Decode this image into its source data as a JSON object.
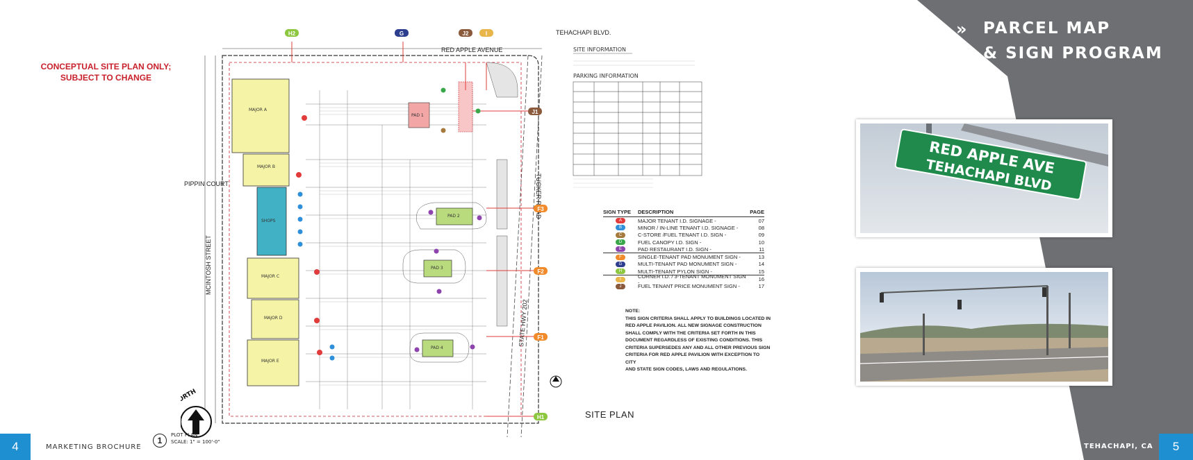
{
  "notice": {
    "line1": "CONCEPTUAL SITE PLAN ONLY;",
    "line2": "SUBJECT TO CHANGE"
  },
  "header": {
    "title_line1": "PARCEL MAP",
    "title_line2": "& SIGN PROGRAM",
    "chevron": "»"
  },
  "streets": {
    "top": "RED APPLE AVENUE",
    "top_right": "TEHACHAPI BLVD.",
    "left": "PIPPIN COURT",
    "left_vertical": "MCINTOSH STREET",
    "right": "TUCKER ROAD",
    "hwy": "STATE HWY 202"
  },
  "buildings": {
    "major_a": "MAJOR A",
    "major_b": "MAJOR B",
    "shops": "SHOPS",
    "major_c": "MAJOR C",
    "major_d": "MAJOR D",
    "major_e": "MAJOR E",
    "pad1": "PAD 1",
    "pad2": "PAD 2",
    "pad3": "PAD 3",
    "pad4": "PAD 4"
  },
  "markers": {
    "h2": "H2",
    "g": "G",
    "j2": "J2",
    "i": "I",
    "j1": "J1",
    "f3": "F3",
    "f2": "F2",
    "f1": "F1",
    "h1": "H1"
  },
  "site_info": {
    "heading": "SITE INFORMATION",
    "parking_heading": "PARKING INFORMATION"
  },
  "legend": {
    "col_sign_type": "SIGN TYPE",
    "col_description": "DESCRIPTION",
    "col_page": "PAGE",
    "rows": [
      {
        "code": "A",
        "desc": "MAJOR TENANT I.D. SIGNAGE -",
        "page": "07",
        "color": "#e23b3b"
      },
      {
        "code": "B",
        "desc": "MINOR / IN-LINE TENANT I.D. SIGNAGE -",
        "page": "08",
        "color": "#2f8fd8"
      },
      {
        "code": "C",
        "desc": "C-STORE /FUEL TENANT I.D. SIGN -",
        "page": "09",
        "color": "#a57a3c"
      },
      {
        "code": "D",
        "desc": "FUEL CANOPY I.D. SIGN -",
        "page": "10",
        "color": "#3aa84a"
      },
      {
        "code": "E",
        "desc": "PAD RESTAURANT I.D. SIGN -",
        "page": "11",
        "color": "#8e44ad"
      },
      {
        "code": "F",
        "desc": "SINGLE-TENANT PAD MONUMENT SIGN -",
        "page": "13",
        "color": "#f08a2a"
      },
      {
        "code": "G",
        "desc": "MULTI-TENANT PAD MONUMENT SIGN -",
        "page": "14",
        "color": "#2d3e8f"
      },
      {
        "code": "H",
        "desc": "MULTI-TENANT PYLON SIGN -",
        "page": "15",
        "color": "#8dc63f"
      },
      {
        "code": "I",
        "desc": "CORNER I.D. / 3-TENANT MONUMENT SIGN -",
        "page": "16",
        "color": "#e8b64a"
      },
      {
        "code": "J",
        "desc": "FUEL TENANT PRICE MONUMENT SIGN -",
        "page": "17",
        "color": "#8b5a3c"
      }
    ]
  },
  "note": {
    "heading": "NOTE:",
    "lines": [
      "THIS SIGN CRITERIA SHALL APPLY TO BUILDINGS LOCATED IN",
      "RED APPLE PAVILION. ALL NEW SIGNAGE CONSTRUCTION",
      "SHALL COMPLY WITH THE CRITERIA SET FORTH IN THIS",
      "DOCUMENT REGARDLESS OF EXISTING CONDITIONS. THIS",
      "CRITERIA SUPERSEDES ANY AND ALL OTHER PREVIOUS SIGN",
      "CRITERIA FOR RED APPLE PAVILION WITH EXCEPTION TO CITY",
      "AND STATE SIGN CODES, LAWS AND REGULATIONS."
    ]
  },
  "north": "NORTH",
  "plot": {
    "num": "1",
    "label": "PLOT PLAN",
    "scale": "SCALE: 1\" = 100'-0\""
  },
  "site_plan_title": "SITE PLAN",
  "photo1_sign": {
    "line1": "RED APPLE AVE",
    "line2": "TEHACHAPI BLVD"
  },
  "footer": {
    "page_left": "4",
    "left_text": "MARKETING BROCHURE",
    "right_text": "TEHACHAPI, CA",
    "page_right": "5"
  },
  "colors": {
    "accent_blue": "#1e8fd1",
    "banner_gray": "#6d6f73",
    "notice_red": "#c8202b"
  }
}
